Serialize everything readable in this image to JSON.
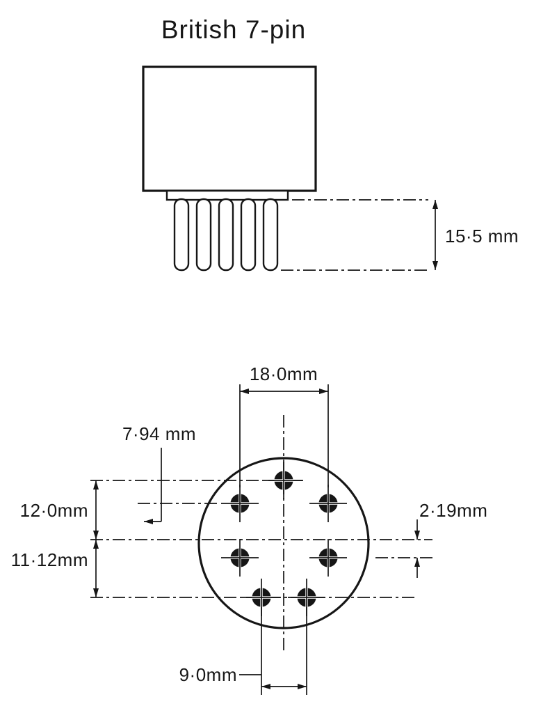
{
  "diagram": {
    "title": "British 7-pin",
    "side_view": {
      "pin_length": "15·5 mm"
    },
    "bottom_view": {
      "pin_span_top": "18·0mm",
      "offset": "7·94 mm",
      "row_spacing_upper": "12·0mm",
      "row_spacing_lower": "11·12mm",
      "offset_right": "2·19mm",
      "pin_span_bottom": "9·0mm"
    }
  }
}
